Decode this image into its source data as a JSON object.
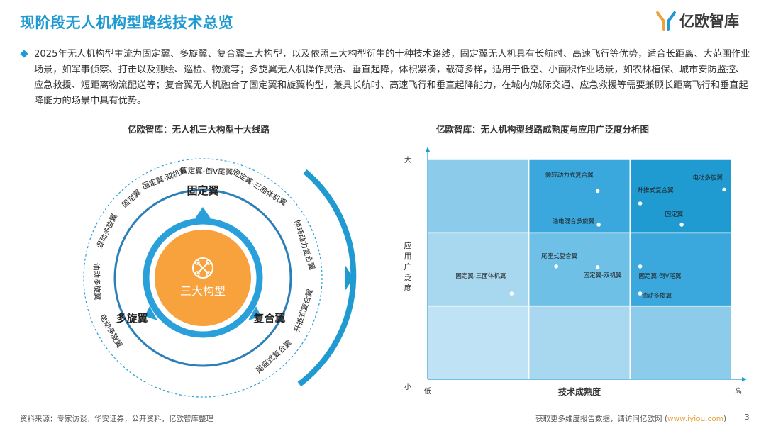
{
  "header": {
    "title": "现阶段无人机构型路线技术总览",
    "logo_text": "亿欧智库"
  },
  "summary": "2025年无人机构型主流为固定翼、多旋翼、复合翼三大构型，以及依照三大构型衍生的十种技术路线，固定翼无人机具有长航时、高速飞行等优势，适合长距离、大范围作业场景，如军事侦察、打击以及测绘、巡检、物流等；多旋翼无人机操作灵活、垂直起降，体积紧凑，载荷多样，适用于低空、小面积作业场景，如农林植保、城市安防监控、应急救援、短距离物流配送等；复合翼无人机融合了固定翼和旋翼构型，兼具长航时、高速飞行和垂直起降能力，在城内/城际交通、应急救援等需要兼顾长距离飞行和垂直起降能力的场景中具有优势。",
  "left_chart": {
    "title": "亿欧智库：无人机三大构型十大线路",
    "center_label": "三大构型",
    "fixed_wing": "固定翼",
    "multi_rotor": "多旋翼",
    "compound_wing": "复合翼",
    "routes": [
      "固定翼",
      "固定翼-双机翼",
      "固定翼-倒V尾翼",
      "固定翼-三面体机翼",
      "倾转动力复合翼",
      "升推式复合翼",
      "尾座式复合翼",
      "电动多旋翼",
      "油动多旋翼",
      "混动多旋翼"
    ]
  },
  "chart_data": {
    "type": "scatter",
    "title": "亿欧智库：无人机构型线路成熟度与应用广泛度分析图",
    "xlabel": "技术成熟度",
    "ylabel": "应用广泛度",
    "x_low": "低",
    "x_high": "高",
    "y_low": "小",
    "y_high": "大",
    "xlim": [
      0,
      3
    ],
    "ylim": [
      0,
      3
    ],
    "points": [
      {
        "name": "倾转动力式复合翼",
        "x": 1.68,
        "y": 2.57
      },
      {
        "name": "油电混合多旋翼",
        "x": 1.69,
        "y": 2.11
      },
      {
        "name": "电动多旋翼",
        "x": 2.93,
        "y": 2.59
      },
      {
        "name": "升推式复合翼",
        "x": 2.1,
        "y": 2.4
      },
      {
        "name": "固定翼",
        "x": 2.51,
        "y": 2.11
      },
      {
        "name": "尾座式复合翼",
        "x": 1.27,
        "y": 1.54
      },
      {
        "name": "固定翼-双机翼",
        "x": 1.68,
        "y": 1.53
      },
      {
        "name": "固定翼-三面体机翼",
        "x": 0.83,
        "y": 1.17
      },
      {
        "name": "固定翼-倒V尾翼",
        "x": 2.1,
        "y": 1.54
      },
      {
        "name": "油动多旋翼",
        "x": 2.1,
        "y": 1.17
      }
    ],
    "cell_colors": [
      [
        "#bfe3f4",
        "#a7d8ef",
        "#8ccbea"
      ],
      [
        "#a7d8ef",
        "#6ec0e6",
        "#3aa8dc"
      ],
      [
        "#8ccbea",
        "#3aa8dc",
        "#1f9bd1"
      ]
    ]
  },
  "footer": {
    "source": "资料来源：专家访谈，华安证券，公开资料，亿欧智库整理",
    "more": "获取更多维度报告数据，请访问亿欧网 (",
    "link": "www.iyiou.com",
    "more_end": ")",
    "page": "3"
  }
}
